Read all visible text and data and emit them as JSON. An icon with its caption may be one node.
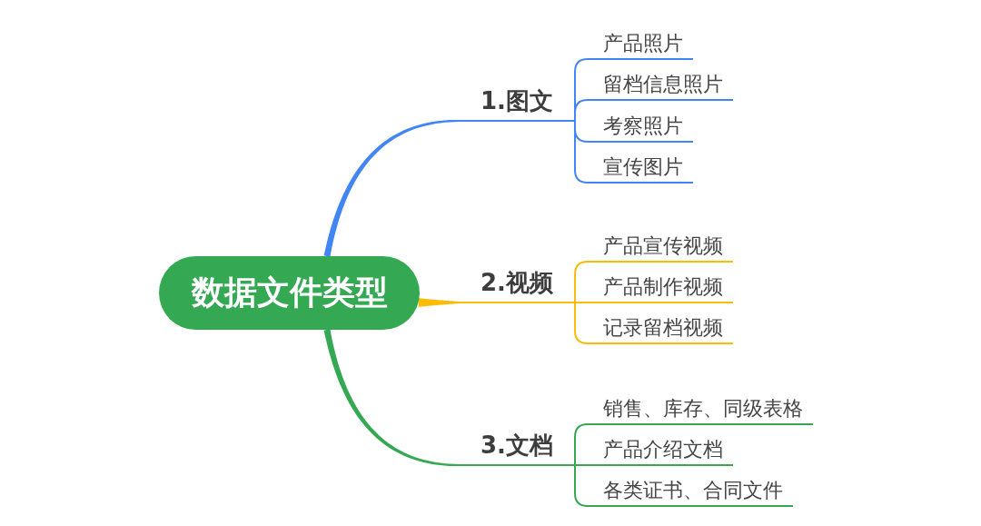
{
  "diagram": {
    "nodes": [
      {
        "text": [
          "数据文件类型"
        ]
      },
      {
        "text": [
          "1.图文"
        ]
      },
      {
        "text": [
          "产品照片"
        ]
      },
      {
        "text": [
          "留档信息照片"
        ]
      },
      {
        "text": [
          "考察照片"
        ]
      },
      {
        "text": [
          "宣传图片"
        ]
      },
      {
        "text": [
          "2.视频"
        ]
      },
      {
        "text": [
          "产品宣传视频"
        ]
      },
      {
        "text": [
          "产品制作视频"
        ]
      },
      {
        "text": [
          "记录留档视频"
        ]
      },
      {
        "text": [
          "3.文档"
        ]
      },
      {
        "text": [
          "销售、库存、同级表格"
        ]
      },
      {
        "text": [
          "产品介绍文档"
        ]
      },
      {
        "text": [
          "各类证书、合同文件"
        ]
      }
    ],
    "edges": [
      {
        "from": 0,
        "to": 1,
        "arrow": "none",
        "style": "thick",
        "color": "#4285f4"
      },
      {
        "from": 1,
        "to": 2,
        "arrow": "none",
        "color": "#4285f4"
      },
      {
        "from": 1,
        "to": 3,
        "arrow": "none",
        "color": "#4285f4"
      },
      {
        "from": 1,
        "to": 4,
        "arrow": "none",
        "color": "#4285f4"
      },
      {
        "from": 1,
        "to": 5,
        "arrow": "none",
        "color": "#4285f4"
      },
      {
        "from": 0,
        "to": 6,
        "arrow": "none",
        "style": "thick",
        "color": "#fbbc04"
      },
      {
        "from": 6,
        "to": 7,
        "arrow": "none",
        "color": "#fbbc04"
      },
      {
        "from": 6,
        "to": 8,
        "arrow": "none",
        "color": "#fbbc04"
      },
      {
        "from": 6,
        "to": 9,
        "arrow": "none",
        "color": "#fbbc04"
      },
      {
        "from": 0,
        "to": 10,
        "arrow": "none",
        "style": "thick",
        "color": "#34a853"
      },
      {
        "from": 10,
        "to": 11,
        "arrow": "none",
        "color": "#34a853"
      },
      {
        "from": 10,
        "to": 12,
        "arrow": "none",
        "color": "#34a853"
      },
      {
        "from": 10,
        "to": 13,
        "arrow": "none",
        "color": "#34a853"
      }
    ]
  }
}
